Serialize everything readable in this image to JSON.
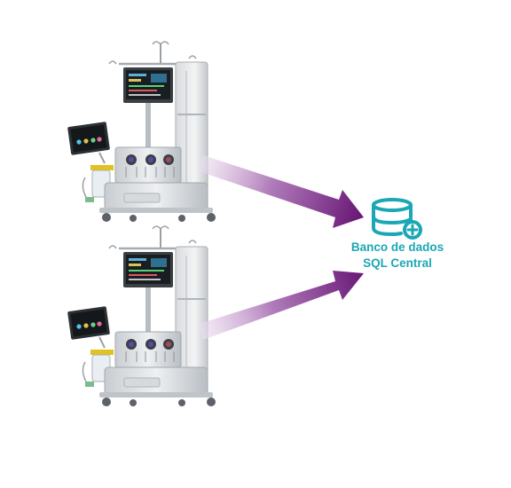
{
  "database": {
    "line1": "Banco de dados",
    "line2": "SQL Central",
    "icon": "database-plus-icon",
    "color": "#1ba7b5"
  },
  "devices": [
    {
      "id": "device-top",
      "icon": "perfusion-cart-icon"
    },
    {
      "id": "device-bottom",
      "icon": "perfusion-cart-icon"
    }
  ],
  "arrows": {
    "color_start": "#e6d3ea",
    "color_end": "#6b1a78"
  }
}
